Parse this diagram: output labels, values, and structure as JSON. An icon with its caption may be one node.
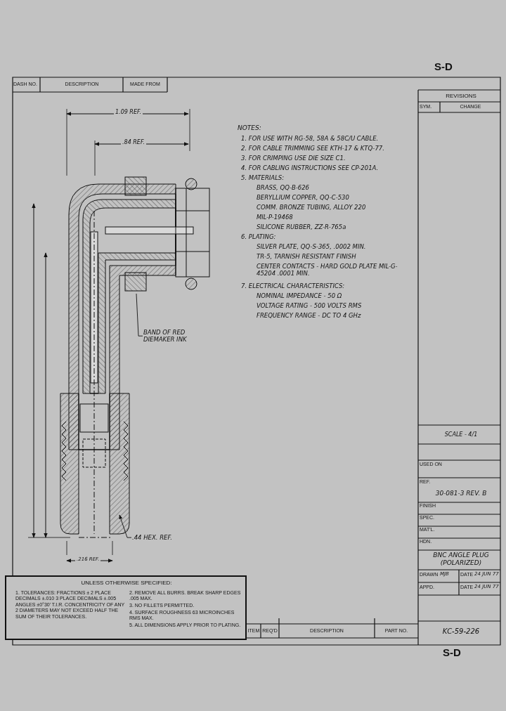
{
  "diagram": {
    "nodes": [
      {
        "text": [
          "BAND OF RED DIEMAKER INK"
        ]
      },
      {
        "text": [
          ".44 HEX. REF."
        ]
      }
    ],
    "edges": [
      {
        "from": 0,
        "to": null,
        "arrow": "none"
      },
      {
        "from": 1,
        "to": null,
        "arrow": "to"
      }
    ],
    "labels": [
      "S-D",
      "DASH NO.",
      "DESCRIPTION",
      "MADE FROM",
      "REVISIONS",
      "SYM.",
      "CHANGE",
      "1.09 REF.",
      ".84 REF.",
      "NOTES:",
      "1. FOR USE WITH RG-58, 58A & 58C/U CABLE.",
      "2. FOR CABLE TRIMMING SEE KTH-17 & KTQ-77.",
      "3. FOR CRIMPING USE DIE SIZE C1.",
      "4. FOR CABLING INSTRUCTIONS SEE CP-201A.",
      "5. MATERIALS:",
      "BRASS, QQ-B-626",
      "BERYLLIUM COPPER, QQ-C-530",
      "COMM. BRONZE TUBING, ALLOY 220",
      "MIL-P-19468",
      "SILICONE RUBBER, ZZ-R-765a",
      "6. PLATING:",
      "SILVER PLATE, QQ-S-365, .0002 MIN.",
      "TR-5, TARNISH RESISTANT FINISH",
      "CENTER CONTACTS - HARD GOLD PLATE MIL-G-45204 .0001 MIN.",
      "7. ELECTRICAL CHARACTERISTICS:",
      "NOMINAL IMPEDANCE - 50 Ω",
      "VOLTAGE RATING - 500 VOLTS RMS",
      "FREQUENCY RANGE - DC TO 4 GHz",
      ".216 REF.",
      "SCALE - 4/1",
      "USED ON",
      "REF.",
      "30-081-3 REV. B",
      "FINISH",
      "SPEC.",
      "MAT'L.",
      "HDN.",
      "BNC ANGLE PLUG (POLARIZED)",
      "DRAWN",
      "MJB",
      "DATE",
      "24 JUN 77",
      "APPD.",
      "DATE",
      "24 JUN 77",
      "KC-59-226",
      "S-D",
      "UNLESS OTHERWISE SPECIFIED:",
      "1. TOLERANCES: FRACTIONS ± 2 PLACE DECIMALS ±.010 3 PLACE DECIMALS ±.005 ANGLES ±0°30' T.I.R. CONCENTRICITY OF ANY 2 DIAMETERS MAY NOT EXCEED HALF THE SUM OF THEIR TOLERANCES.",
      "2. REMOVE ALL BURRS. BREAK SHARP EDGES .005 MAX.",
      "3. NO FILLETS PERMITTED.",
      "4. SURFACE ROUGHNESS 63 MICROINCHES RMS MAX.",
      "5. ALL DIMENSIONS APPLY PRIOR TO PLATING.",
      "ITEM",
      "REQ'D",
      "DESCRIPTION",
      "PART NO."
    ]
  }
}
